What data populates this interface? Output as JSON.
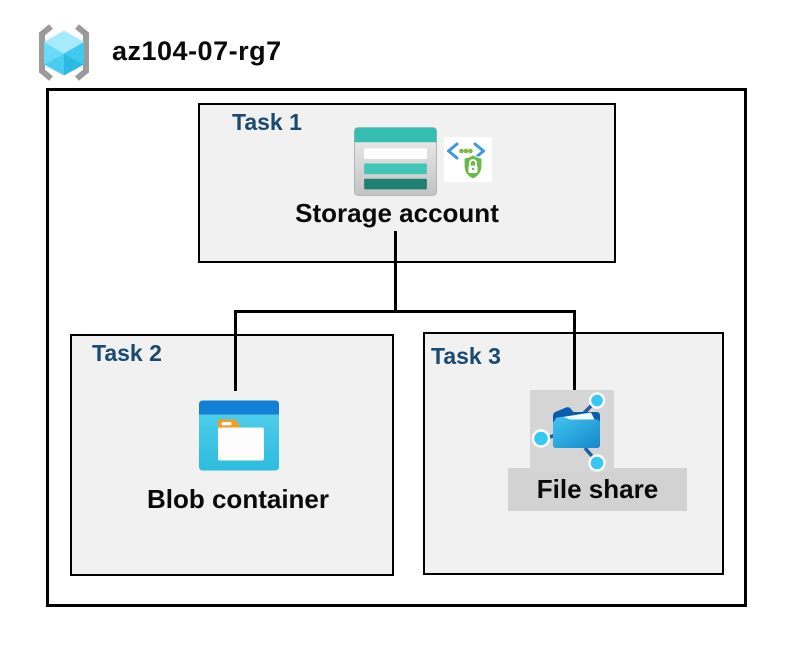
{
  "header": {
    "title": "az104-07-rg7",
    "icon": "resource-group-icon"
  },
  "tasks": [
    {
      "label": "Task 1",
      "item": "Storage account",
      "icons": [
        "storage-account-icon",
        "secure-endpoint-icon"
      ]
    },
    {
      "label": "Task 2",
      "item": "Blob container",
      "icons": [
        "blob-container-icon"
      ]
    },
    {
      "label": "Task 3",
      "item": "File share",
      "icons": [
        "file-share-icon"
      ]
    }
  ],
  "connections": [
    {
      "from": "Storage account",
      "to": "Blob container"
    },
    {
      "from": "Storage account",
      "to": "File share"
    }
  ],
  "colors": {
    "task_label_navy": "#1A4A71",
    "box_fill_gray": "#F1F1F1",
    "frame_border": "#000000",
    "storage_teal": "#36BFB1",
    "storage_teal_dark": "#1F7F72",
    "blob_header_blue": "#1380D8",
    "blob_body_cyan": "#3EC6E6",
    "folder_tab_orange": "#F59B22",
    "fileshare_folder_blue": "#1487CB",
    "fileshare_back_blue": "#0B5CAB",
    "node_cyan": "#35C8F3",
    "shield_green": "#69B945",
    "code_bracket_blue": "#3B99DC",
    "rg_cube_cyan": "#45CDF0",
    "plate_gray": "#D2D2D2"
  }
}
